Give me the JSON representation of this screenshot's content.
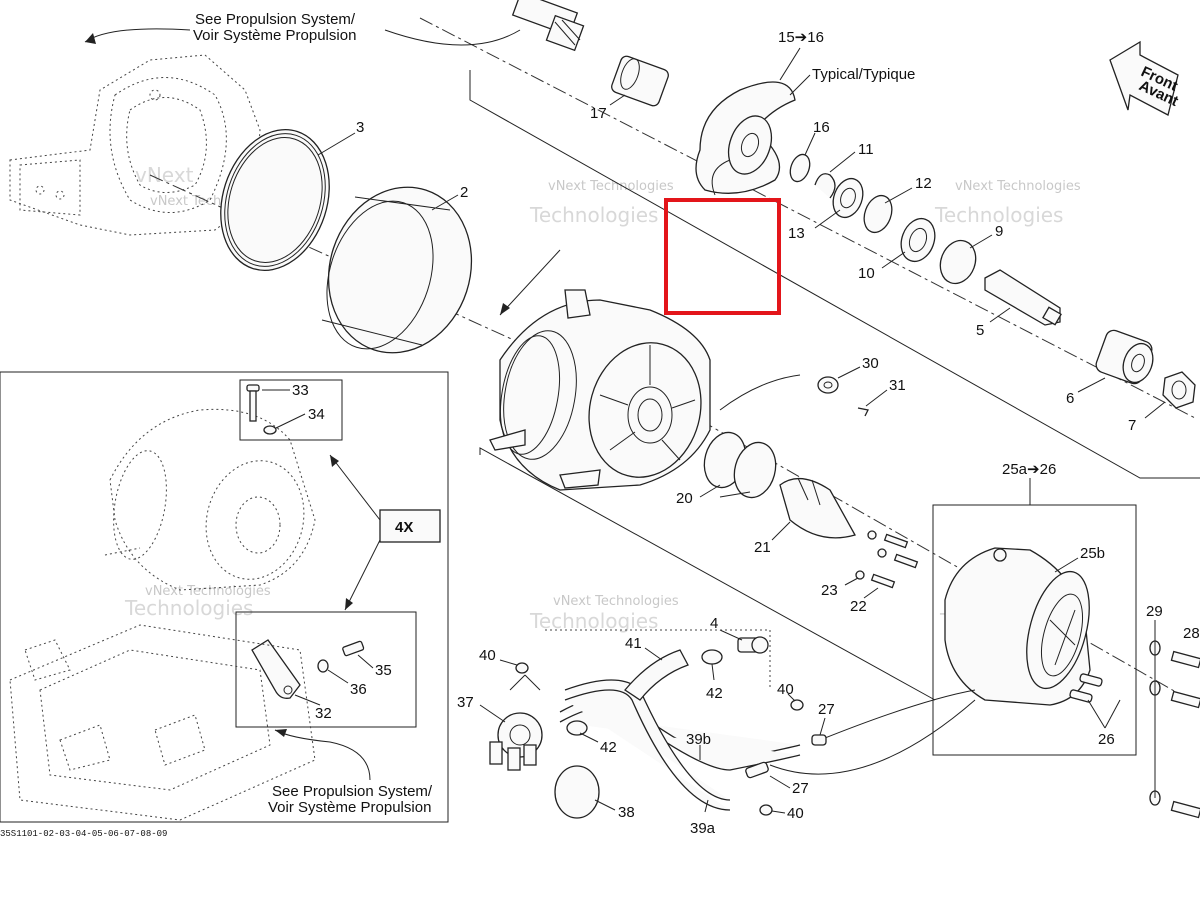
{
  "notes": {
    "see_propulsion_top_en": "See Propulsion System/",
    "see_propulsion_top_fr": "Voir Système Propulsion",
    "see_propulsion_bottom_en": "See Propulsion System/",
    "see_propulsion_bottom_fr": "Voir Système Propulsion",
    "typical": "Typical/Typique",
    "front_arrow_1": "Front",
    "front_arrow_2": "Avant",
    "qty": "4X",
    "drawing_ref": "35S1101-02-03-04-05-06-07-08-09"
  },
  "watermark": {
    "line1": "vNext Technologies",
    "line2": "Technologies",
    "line3": "vNext"
  },
  "parts": {
    "p2": "2",
    "p3": "3",
    "p4": "4",
    "p5": "5",
    "p6": "6",
    "p7": "7",
    "p9": "9",
    "p10": "10",
    "p11": "11",
    "p12": "12",
    "p13": "13",
    "p15_16": "15➔16",
    "p16": "16",
    "p17": "17",
    "p20": "20",
    "p21": "21",
    "p22": "22",
    "p23": "23",
    "p25a_26": "25a➔26",
    "p25b": "25b",
    "p26": "26",
    "p27a": "27",
    "p27b": "27",
    "p28": "28",
    "p29": "29",
    "p30": "30",
    "p31": "31",
    "p32": "32",
    "p33": "33",
    "p34": "34",
    "p35": "35",
    "p36": "36",
    "p37": "37",
    "p38": "38",
    "p39a": "39a",
    "p39b": "39b",
    "p40a": "40",
    "p40b": "40",
    "p40c": "40",
    "p41": "41",
    "p42a": "42",
    "p42b": "42"
  },
  "highlight_color": "#e3151a"
}
